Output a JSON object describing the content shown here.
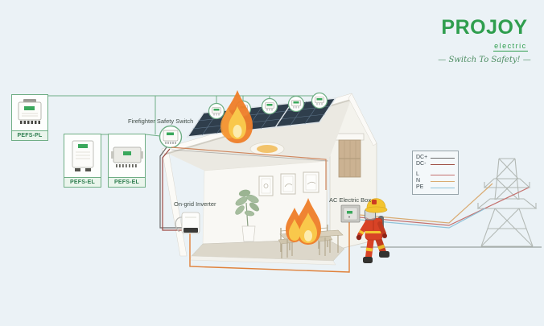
{
  "logo": {
    "brand": "PROJOY",
    "sub": "electric",
    "tagline": "— Switch To Safety! —"
  },
  "device_boxes": [
    {
      "id": "pefs-pl",
      "label": "PEFS-PL"
    },
    {
      "id": "pefs-el-1",
      "label": "PEFS-EL"
    },
    {
      "id": "pefs-el-2",
      "label": "PEFS-EL"
    }
  ],
  "annotations": {
    "safety_switch": "Firefighter Safety Switch",
    "inverter": "On-grid Inverter",
    "ac_box": "AC Electric Box"
  },
  "legend": {
    "items": [
      {
        "label": "DC+",
        "color": "#6f6f6f"
      },
      {
        "label": "DC-",
        "color": "#9e4f44"
      },
      {
        "label": "L",
        "color": "#c4716e"
      },
      {
        "label": "N",
        "color": "#d9ab72"
      },
      {
        "label": "PE",
        "color": "#8fc3d9"
      }
    ]
  },
  "colors": {
    "brand_green": "#2f9e4e",
    "connector_green": "#6fae85",
    "background": "#ebf2f6",
    "flame_outer": "#ee7f2b",
    "flame_inner": "#f9c84b"
  }
}
